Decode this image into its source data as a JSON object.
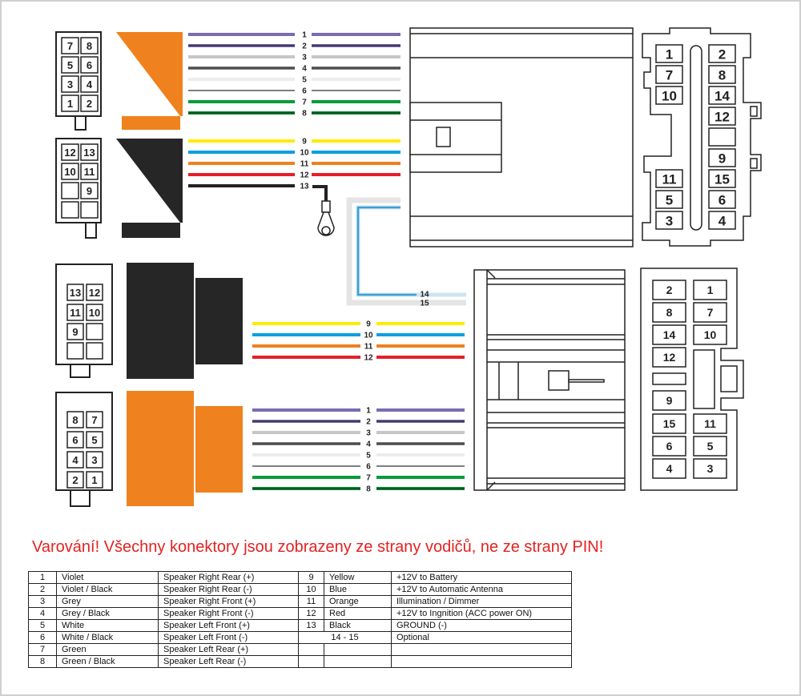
{
  "colors": {
    "outline": "#222222",
    "orange_block": "#ef821e",
    "black_block": "#262626",
    "warning": "#e32222",
    "cable_grey": "#e4e4e4",
    "cable_blue": "#3aa0d8"
  },
  "connectors": {
    "top_left_8pin": [
      [
        "7",
        "8"
      ],
      [
        "5",
        "6"
      ],
      [
        "3",
        "4"
      ],
      [
        "1",
        "2"
      ]
    ],
    "top_left_13pin": [
      [
        "12",
        "13"
      ],
      [
        "10",
        "11"
      ],
      [
        "",
        "9"
      ],
      [
        "",
        ""
      ]
    ],
    "bottom_left_13pin": [
      [
        "13",
        "12"
      ],
      [
        "11",
        "10"
      ],
      [
        "9",
        ""
      ],
      [
        "",
        ""
      ]
    ],
    "bottom_left_8pin": [
      [
        "8",
        "7"
      ],
      [
        "6",
        "5"
      ],
      [
        "4",
        "3"
      ],
      [
        "2",
        "1"
      ]
    ],
    "top_right_face": [
      [
        "1",
        "2"
      ],
      [
        "7",
        "8"
      ],
      [
        "10",
        "14"
      ],
      [
        null,
        "12"
      ],
      [
        null,
        ""
      ],
      [
        null,
        "9"
      ],
      [
        "11",
        "15"
      ],
      [
        "5",
        "6"
      ],
      [
        "3",
        "4"
      ]
    ],
    "bottom_right_face": [
      [
        "2",
        "1"
      ],
      [
        "8",
        "7"
      ],
      [
        "14",
        "10"
      ],
      [
        "12",
        null
      ],
      [
        "",
        null
      ],
      [
        "9",
        null
      ],
      [
        "15",
        "11"
      ],
      [
        "6",
        "5"
      ],
      [
        "4",
        "3"
      ]
    ]
  },
  "wires": {
    "speaker": [
      {
        "num": "1",
        "color": "#7b6bb3",
        "stripe": null
      },
      {
        "num": "2",
        "color": "#7b6bb3",
        "stripe": "#222222"
      },
      {
        "num": "3",
        "color": "#c6c6c6",
        "stripe": null
      },
      {
        "num": "4",
        "color": "#7a7a7a",
        "stripe": "#333333"
      },
      {
        "num": "5",
        "color": "#ececec",
        "stripe": null
      },
      {
        "num": "6",
        "color": "#555555",
        "stripe": null,
        "thin": true
      },
      {
        "num": "7",
        "color": "#0b9a3a",
        "stripe": null
      },
      {
        "num": "8",
        "color": "#0b8a35",
        "stripe": "#0c3a1c"
      }
    ],
    "power": [
      {
        "num": "9",
        "color": "#ffec00",
        "stripe": null
      },
      {
        "num": "10",
        "color": "#0aa0e0",
        "stripe": null
      },
      {
        "num": "11",
        "color": "#f08020",
        "stripe": null
      },
      {
        "num": "12",
        "color": "#e61e2a",
        "stripe": null
      },
      {
        "num": "13",
        "color": "#222222",
        "stripe": null
      }
    ],
    "optional": [
      "14",
      "15"
    ]
  },
  "warning": "Varování! Všechny konektory jsou zobrazeny ze strany vodičů, ne ze strany PIN!",
  "table": {
    "rows": [
      [
        "1",
        "Violet",
        "Speaker Right Rear (+)",
        "9",
        "Yellow",
        "+12V to Battery"
      ],
      [
        "2",
        "Violet / Black",
        "Speaker Right Rear (-)",
        "10",
        "Blue",
        "+12V to Automatic Antenna"
      ],
      [
        "3",
        "Grey",
        "Speaker Right Front (+)",
        "11",
        "Orange",
        "Illumination / Dimmer"
      ],
      [
        "4",
        "Grey / Black",
        "Speaker Right Front (-)",
        "12",
        "Red",
        "+12V to Ingnition (ACC power ON)"
      ],
      [
        "5",
        "White",
        "Speaker Left Front (+)",
        "13",
        "Black",
        "GROUND (-)"
      ],
      [
        "6",
        "White / Black",
        "Speaker Left Front (-)",
        "14 - 15",
        "",
        "Optional"
      ],
      [
        "7",
        "Green",
        "Speaker Left Rear (+)",
        "",
        "",
        ""
      ],
      [
        "8",
        "Green / Black",
        "Speaker Left Rear (-)",
        "",
        "",
        ""
      ]
    ]
  }
}
